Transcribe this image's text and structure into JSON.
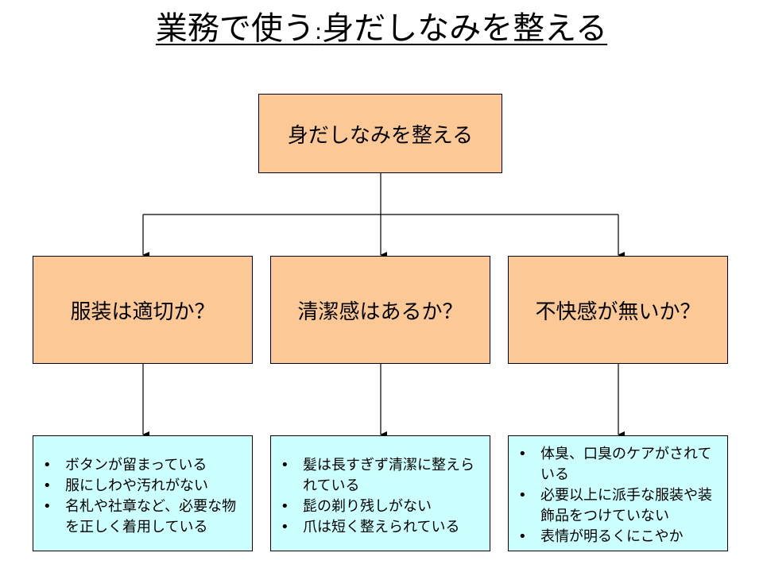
{
  "title": {
    "part1": "業務で使う",
    "sep": ":",
    "part2": "身だしなみを整える"
  },
  "root": {
    "label": "身だしなみを整える"
  },
  "categories": [
    {
      "label": "服装は適切か？",
      "items": [
        "ボタンが留まっている",
        "服にしわや汚れがない",
        "名札や社章など、必要な物を正しく着用している"
      ]
    },
    {
      "label": "清潔感はあるか？",
      "items": [
        "髪は長すぎず清潔に整えられている",
        "髭の剃り残しがない",
        "爪は短く整えられている"
      ]
    },
    {
      "label": "不快感が無いか？",
      "items": [
        "体臭、口臭のケアがされている",
        "必要以上に派手な服装や装飾品をつけていない",
        "表情が明るくにこやか"
      ]
    }
  ],
  "bullet": "•",
  "colors": {
    "node_fill": "#fbc896",
    "detail_fill": "#ccffff",
    "line": "#000000"
  }
}
